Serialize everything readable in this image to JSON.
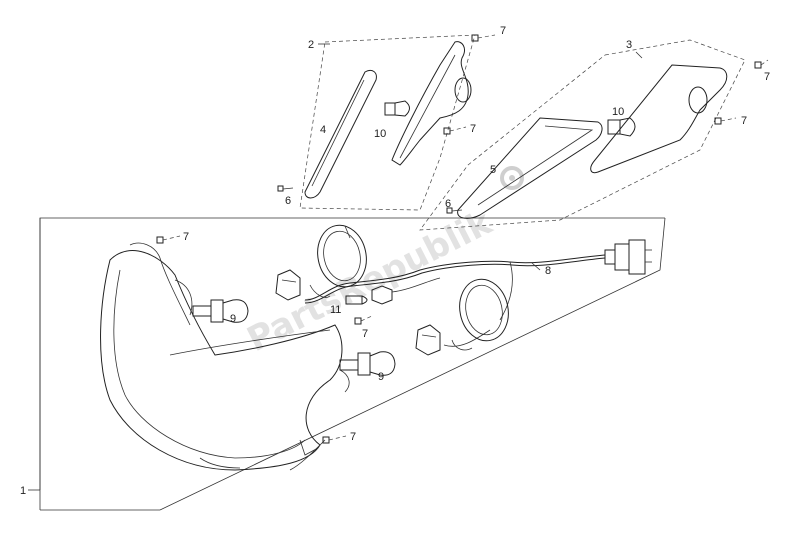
{
  "diagram": {
    "watermark": "PartsRepublik",
    "callouts": [
      {
        "id": "c1",
        "text": "1"
      },
      {
        "id": "c2",
        "text": "2"
      },
      {
        "id": "c3",
        "text": "3"
      },
      {
        "id": "c4",
        "text": "4"
      },
      {
        "id": "c5",
        "text": "5"
      },
      {
        "id": "c6a",
        "text": "6"
      },
      {
        "id": "c6b",
        "text": "6"
      },
      {
        "id": "c7a",
        "text": "7"
      },
      {
        "id": "c7b",
        "text": "7"
      },
      {
        "id": "c7c",
        "text": "7"
      },
      {
        "id": "c7d",
        "text": "7"
      },
      {
        "id": "c7e",
        "text": "7"
      },
      {
        "id": "c7f",
        "text": "7"
      },
      {
        "id": "c7g",
        "text": "7"
      },
      {
        "id": "c8",
        "text": "8"
      },
      {
        "id": "c9a",
        "text": "9"
      },
      {
        "id": "c9b",
        "text": "9"
      },
      {
        "id": "c10a",
        "text": "10"
      },
      {
        "id": "c10b",
        "text": "10"
      },
      {
        "id": "c11",
        "text": "11"
      }
    ]
  }
}
